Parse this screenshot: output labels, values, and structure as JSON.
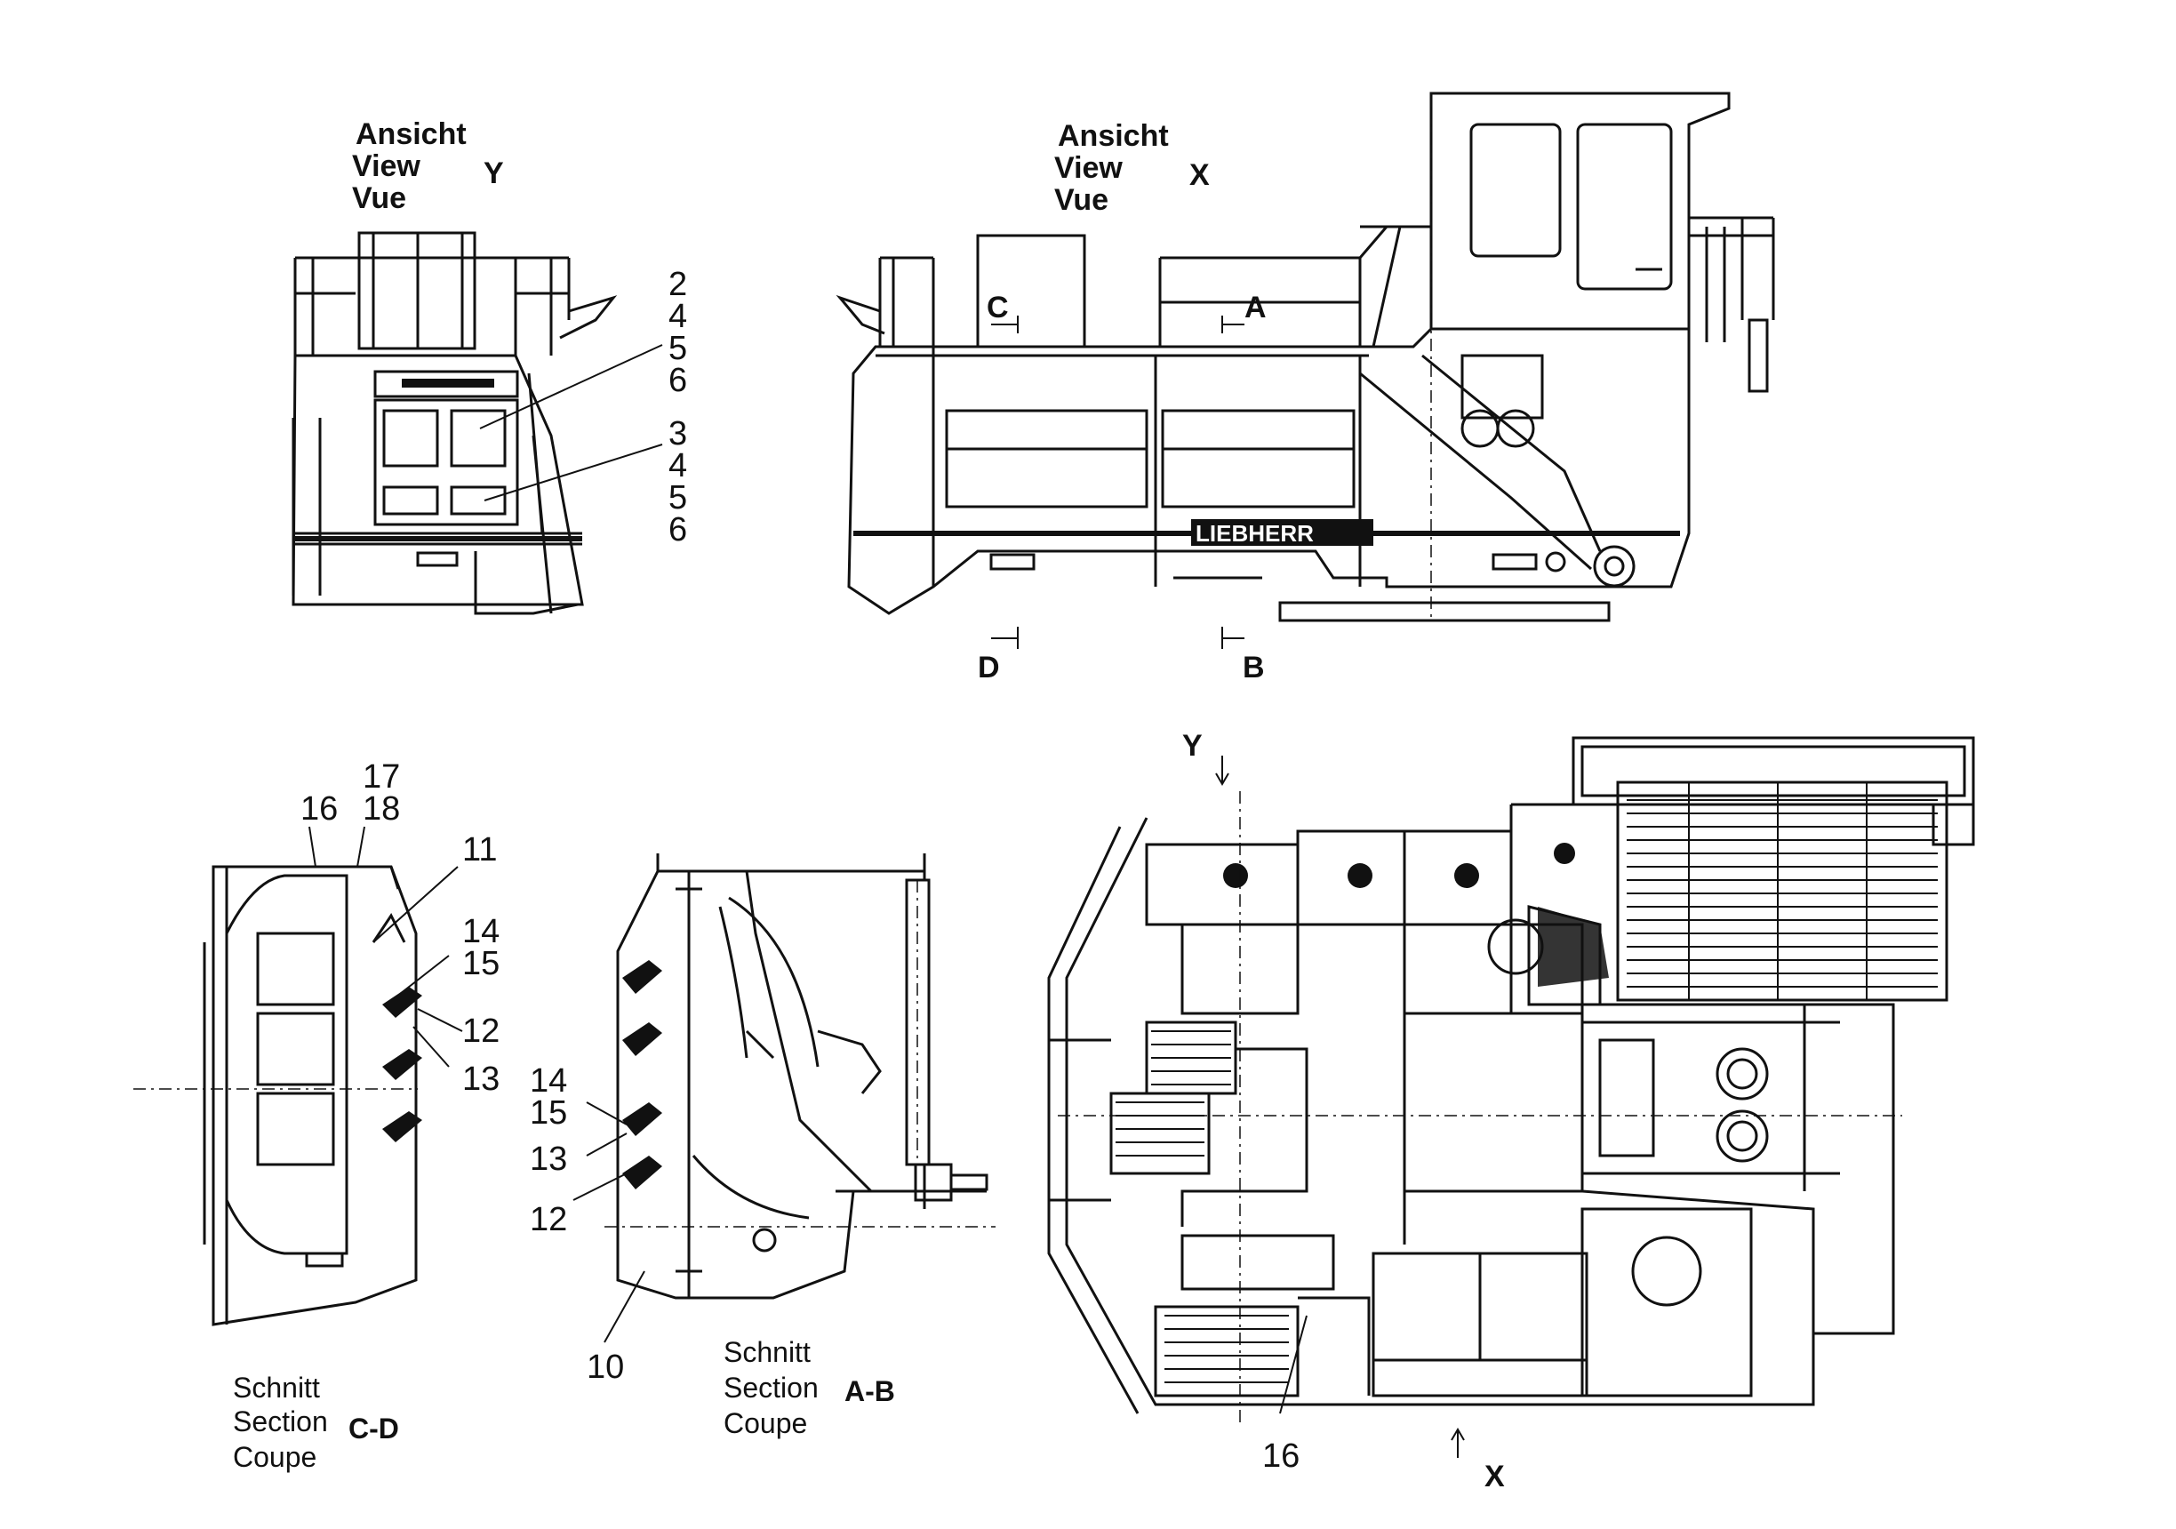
{
  "views": {
    "view_y": {
      "line1": "Ansicht",
      "line2": "View",
      "line3": "Vue",
      "letter": "Y"
    },
    "view_x": {
      "line1": "Ansicht",
      "line2": "View",
      "line3": "Vue",
      "letter": "X"
    }
  },
  "markers": {
    "c": "C",
    "a": "A",
    "d": "D",
    "b": "B",
    "y_arrow": "Y",
    "x_arrow": "X"
  },
  "callouts_view_y": {
    "group1": [
      "2",
      "4",
      "5",
      "6"
    ],
    "group2": [
      "3",
      "4",
      "5",
      "6"
    ]
  },
  "section_cd": {
    "line1": "Schnitt",
    "line2": "Section",
    "line3": "Coupe",
    "code": "C-D",
    "labels": {
      "n16": "16",
      "n17": "17",
      "n18": "18",
      "n11": "11",
      "n14": "14",
      "n15": "15",
      "n12": "12",
      "n13": "13"
    }
  },
  "section_ab": {
    "line1": "Schnitt",
    "line2": "Section",
    "line3": "Coupe",
    "code": "A-B",
    "labels": {
      "n14": "14",
      "n15": "15",
      "n13": "13",
      "n12": "12",
      "n10": "10"
    }
  },
  "top_view": {
    "labels": {
      "n16": "16"
    }
  },
  "brand": "LIEBHERR"
}
